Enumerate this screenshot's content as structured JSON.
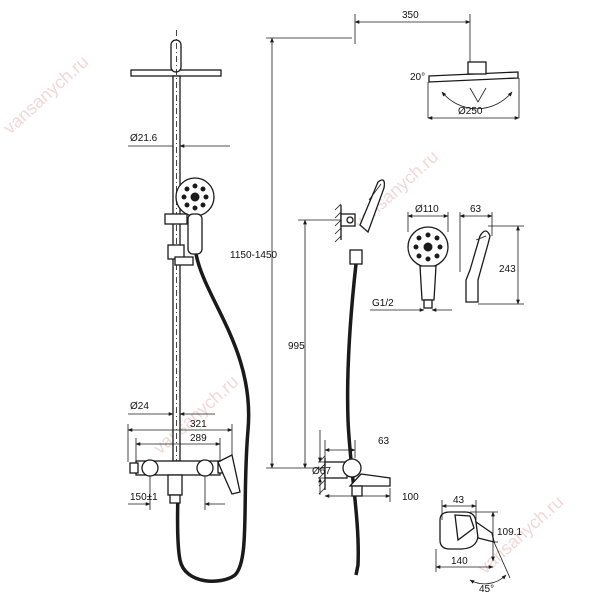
{
  "watermark": "vansanych.ru",
  "dimensions": {
    "shower_head_dia": "Ø21.6",
    "arm_length": "350",
    "head_angle": "20°",
    "head_dia": "Ø250",
    "hand_dia": "Ø110",
    "hand_width": "63",
    "hand_length": "243",
    "thread": "G1/2",
    "height_range": "1150-1450",
    "height_fixed": "995",
    "pipe_dia": "Ø24",
    "width_321": "321",
    "width_289": "289",
    "centers": "150±1",
    "spout_63": "63",
    "flange_dia": "Ø67",
    "spout_100": "100",
    "lever_43": "43",
    "lever_height": "109.1",
    "lever_140": "140",
    "lever_angle": "45°"
  }
}
